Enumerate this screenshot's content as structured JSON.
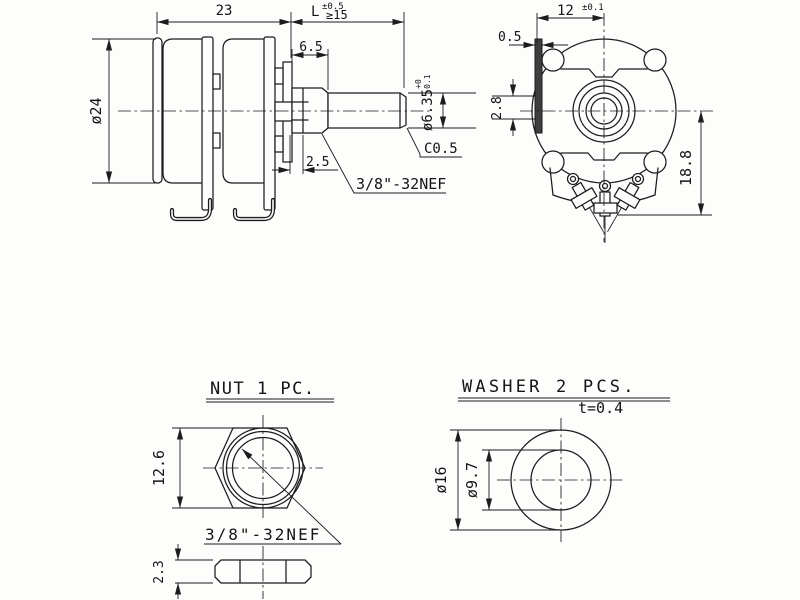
{
  "side_view": {
    "body_length": "23",
    "shaft_length_label": "L",
    "shaft_length_tol": "±0.5",
    "shaft_length_min": "≥15",
    "bushing_length": "6.5",
    "body_diameter": "ø24",
    "shaft_diameter": "ø6.35",
    "shaft_diameter_tol_upper": "+0",
    "shaft_diameter_tol_lower": "-0.1",
    "neck_length": "2.5",
    "chamfer": "C0.5",
    "thread_spec": "3/8\"-32NEF"
  },
  "front_view": {
    "tab_offset": "12",
    "tab_offset_tol": "±0.1",
    "tab_width": "0.5",
    "tab_height": "2.8",
    "terminal_depth": "18.8"
  },
  "nut": {
    "title": "NUT 1 PC.",
    "across_flats": "12.6",
    "thread_spec": "3/8\"-32NEF",
    "thickness": "2.3"
  },
  "washer": {
    "title": "WASHER 2 PCS.",
    "thickness_note": "t=0.4",
    "outer_diameter": "ø16",
    "inner_diameter": "ø9.7"
  }
}
